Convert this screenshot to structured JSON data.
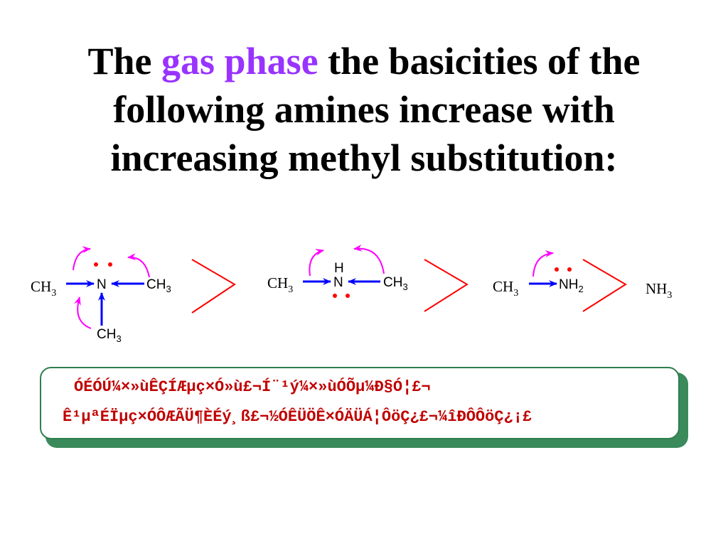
{
  "title": {
    "prefix": "The ",
    "highlight": "gas phase",
    "rest": " the basicities of the following amines increase with increasing methyl substitution:"
  },
  "molecules": {
    "trimethylamine": {
      "ch3_left": "CH",
      "ch3_left_sub": "3",
      "n": "N",
      "ch3_right": "CH",
      "ch3_right_sub": "3",
      "ch3_bottom": "CH",
      "ch3_bottom_sub": "3"
    },
    "dimethylamine": {
      "ch3_left": "CH",
      "ch3_left_sub": "3",
      "h": "H",
      "n": "N",
      "ch3_right": "CH",
      "ch3_right_sub": "3"
    },
    "methylamine": {
      "ch3_left": "CH",
      "ch3_left_sub": "3",
      "nh": "NH",
      "nh_sub": "2"
    },
    "ammonia": {
      "nh": "NH",
      "nh_sub": "3"
    }
  },
  "note": {
    "line1": "ÓÉÓÚ¼×»ùÊÇÍÆµç×Ó»ù£¬Í¨¹ý¼×»ùÓÕµ¼Ð§Ó¦£¬",
    "line2": "Ê¹µªÉÏµç×ÓÔÆÃÜ¶ÈÉý¸ß£¬½ÓÊÜÖÊ×ÓÄÜÁ¦ÔöÇ¿£¬¼îÐÔÔöÇ¿¡£"
  },
  "colors": {
    "title": "#000000",
    "highlight": "#9933ff",
    "arrow_blue": "#0000ff",
    "curved_arrow": "#ff00ff",
    "lone_pair": "#ff0000",
    "greater_than": "#ff0000",
    "note_text": "#c00000",
    "note_border": "#2f7f4f"
  }
}
